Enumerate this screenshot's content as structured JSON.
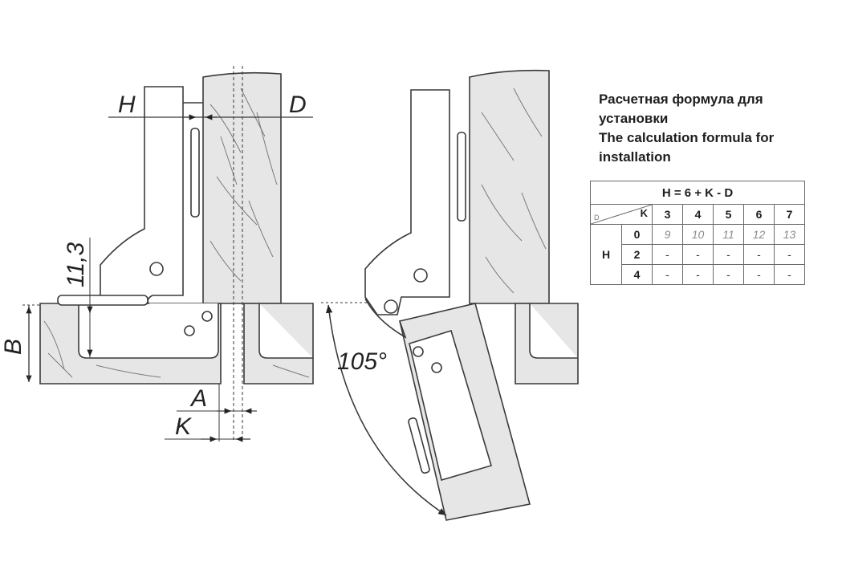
{
  "title": {
    "line_ru_1": "Расчетная формула для",
    "line_ru_2": "установки",
    "line_en_1": "The calculation formula for",
    "line_en_2": "installation"
  },
  "table": {
    "formula": "H = 6 + K - D",
    "corner_d": "D",
    "corner_k": "K",
    "columns": [
      "3",
      "4",
      "5",
      "6",
      "7"
    ],
    "row_label": "H",
    "rows": [
      {
        "key": "0",
        "values": [
          "9",
          "10",
          "11",
          "12",
          "13"
        ]
      },
      {
        "key": "2",
        "values": [
          "-",
          "-",
          "-",
          "-",
          "-"
        ]
      },
      {
        "key": "4",
        "values": [
          "-",
          "-",
          "-",
          "-",
          "-"
        ]
      }
    ]
  },
  "labels": {
    "h": "H",
    "d": "D",
    "dim_11_3": "11,3",
    "b": "B",
    "a": "A",
    "k": "K",
    "angle": "105°"
  },
  "colors": {
    "panel_fill": "#e6e6e6",
    "line": "#3a3a3a",
    "hinge_fill": "#ffffff"
  }
}
